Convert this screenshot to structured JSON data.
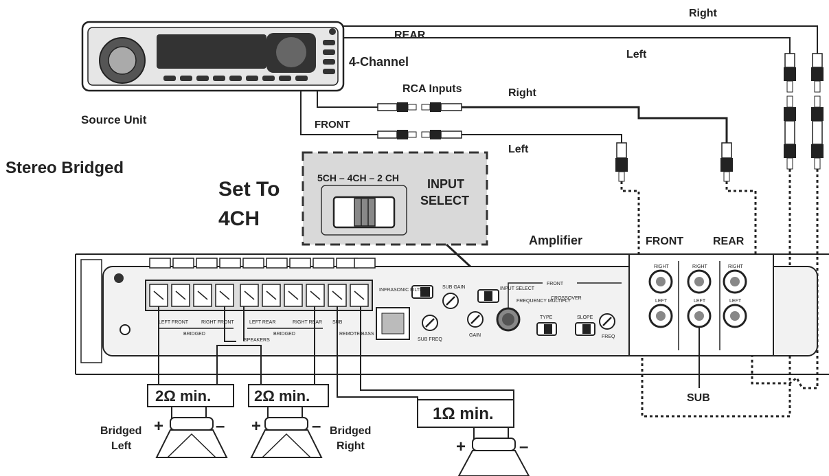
{
  "labels": {
    "right_top": "Right",
    "rear": "REAR",
    "left_top": "Left",
    "four_channel": "4-Channel",
    "rca_inputs": "RCA Inputs",
    "right_mid": "Right",
    "source_unit": "Source Unit",
    "front_wire": "FRONT",
    "left_mid": "Left",
    "stereo_bridged": "Stereo Bridged",
    "set_to_line1": "Set To",
    "set_to_line2": "4CH",
    "amplifier": "Amplifier",
    "front_input": "FRONT",
    "rear_input": "REAR",
    "sub": "SUB"
  },
  "switch_inset": {
    "modes": "5CH – 4CH – 2 CH",
    "input_line1": "INPUT",
    "input_line2": "SELECT"
  },
  "amp_panel": {
    "terminal_left_front": "LEFT FRONT",
    "terminal_right_front": "RIGHT FRONT",
    "terminal_left_rear": "LEFT REAR",
    "terminal_right_rear": "RIGHT REAR",
    "terminal_sub": "SUB",
    "bridged_1": "BRIDGED",
    "bridged_2": "BRIDGED",
    "speakers": "SPEAKERS",
    "remote_bass": "REMOTE BASS",
    "infrasonic_filter": "INFRASONIC FILTER",
    "sub_gain": "SUB GAIN",
    "sub_freq": "SUB FREQ",
    "input_select_small": "INPUT SELECT",
    "frequency_multiply": "FREQUENCY MULTIPLY",
    "gain": "GAIN",
    "front_small": "FRONT",
    "crossover": "CROSSOVER",
    "type": "TYPE",
    "slope": "SLOPE",
    "freq": "FREQ",
    "rca_right": "RIGHT",
    "rca_left": "LEFT"
  },
  "loads": {
    "left_bridged": "2Ω min.",
    "right_bridged": "2Ω min.",
    "sub": "1Ω min."
  },
  "speakers": {
    "left_line1": "Bridged",
    "left_line2": "Left",
    "right_line1": "Bridged",
    "right_line2": "Right",
    "plus": "+",
    "minus": "–"
  }
}
